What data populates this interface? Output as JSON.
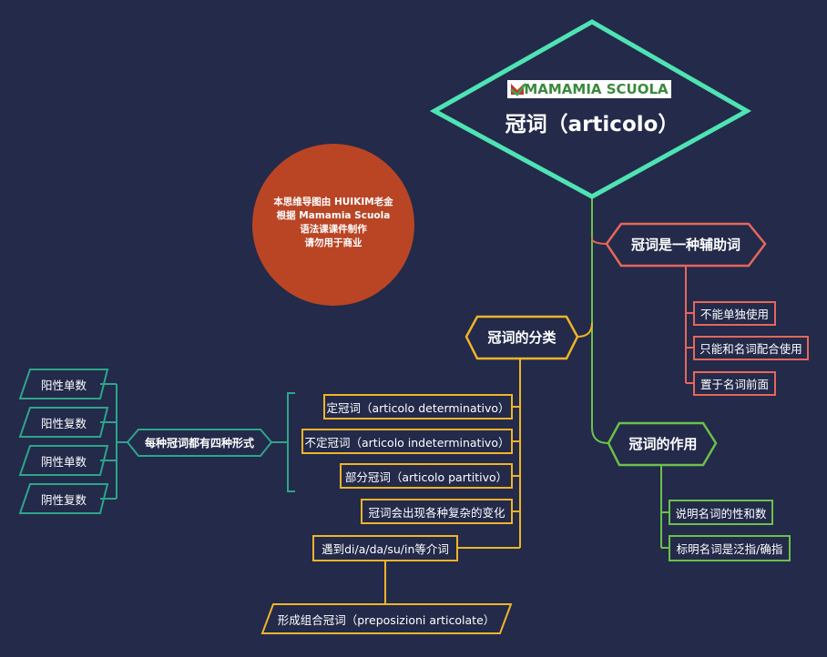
{
  "logo_text": "MAMAMIA SCUOLA",
  "title": "冠词（articolo）",
  "note_lines": [
    "本思维导图由 HUIKIM老金",
    "根据 Mamamia Scuola",
    "语法课课件制作",
    "请勿用于商业"
  ],
  "branch_aux": {
    "label": "冠词是一种辅助词",
    "items": [
      "不能单独使用",
      "只能和名词配合使用",
      "置于名词前面"
    ]
  },
  "branch_types": {
    "label": "冠词的分类",
    "items": [
      "定冠词（articolo determinativo）",
      "不定冠词（articolo indeterminativo）",
      "部分冠词（articolo partitivo）",
      "冠词会出现各种复杂的变化",
      "遇到di/a/da/su/in等介词"
    ],
    "result": "形成组合冠词（preposizioni articolate）"
  },
  "forms": {
    "label": "每种冠词都有四种形式",
    "items": [
      "阳性单数",
      "阳性复数",
      "阴性单数",
      "阴性复数"
    ]
  },
  "branch_role": {
    "label": "冠词的作用",
    "items": [
      "说明名词的性和数",
      "标明名词是泛指/确指"
    ]
  },
  "colors": {
    "background": "#232a4a",
    "root": "#4fe3b4",
    "aux": "#e5675a",
    "types": "#f0b429",
    "role": "#6cc04a",
    "forms": "#2ea58a",
    "note_circle": "#b94525"
  }
}
